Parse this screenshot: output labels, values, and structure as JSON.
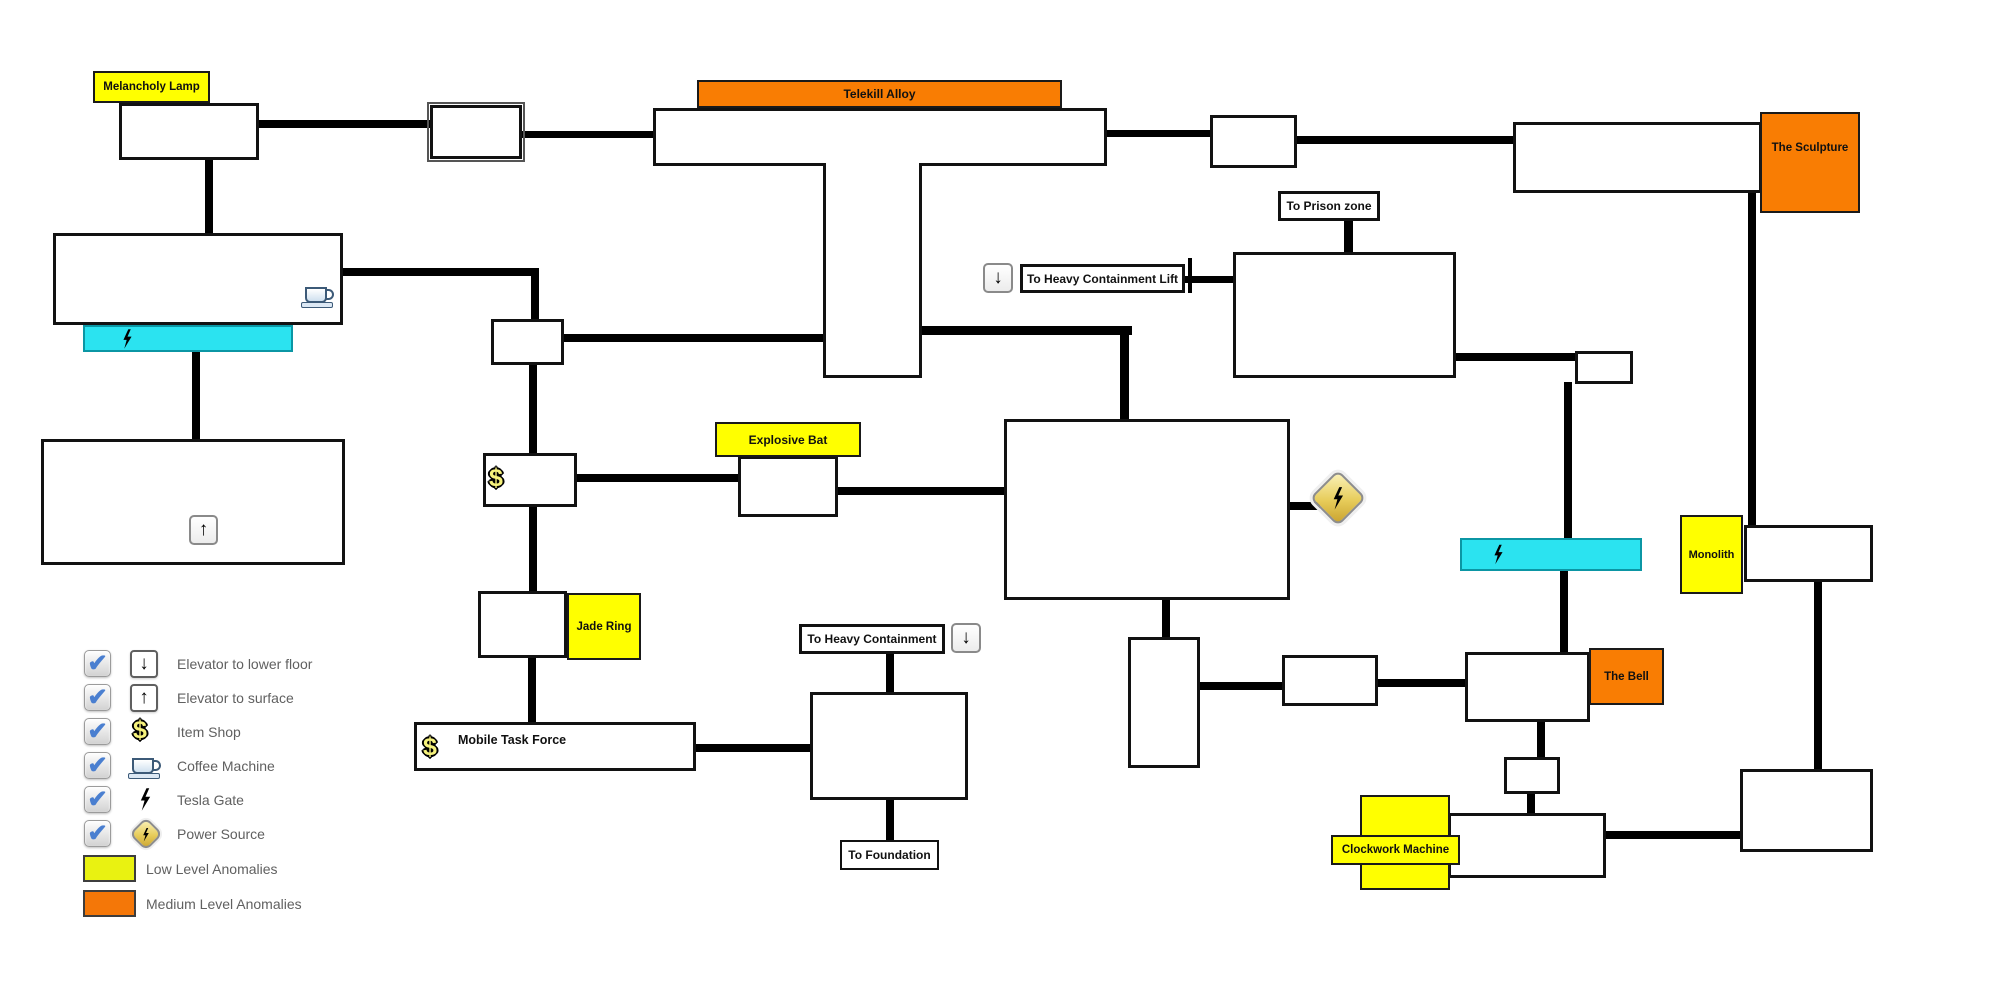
{
  "map_labels": {
    "melancholy_lamp": "Melancholy Lamp",
    "telekill_alloy": "Telekill Alloy",
    "the_sculpture": "The Sculpture",
    "to_prison_zone": "To Prison zone",
    "to_heavy_containment_lift": "To Heavy Containment Lift",
    "explosive_bat": "Explosive Bat",
    "jade_ring": "Jade Ring",
    "monolith": "Monolith",
    "to_heavy_containment": "To Heavy Containment",
    "the_bell": "The Bell",
    "mobile_task_force": "Mobile Task Force",
    "to_foundation": "To Foundation",
    "clockwork_machine": "Clockwork Machine"
  },
  "icons": {
    "arrow_down": "↓",
    "arrow_up": "↑",
    "dollar": "$",
    "check": "✔"
  },
  "legend": {
    "items": [
      {
        "icon": "elevator-down-icon",
        "label": "Elevator to lower floor",
        "checked": true
      },
      {
        "icon": "elevator-up-icon",
        "label": "Elevator to surface",
        "checked": true
      },
      {
        "icon": "item-shop-icon",
        "label": "Item Shop",
        "checked": true
      },
      {
        "icon": "coffee-machine-icon",
        "label": "Coffee Machine",
        "checked": true
      },
      {
        "icon": "tesla-gate-icon",
        "label": "Tesla Gate",
        "checked": true
      },
      {
        "icon": "power-source-icon",
        "label": "Power Source",
        "checked": true
      }
    ],
    "swatches": [
      {
        "label": "Low Level Anomalies",
        "color": "#e9f211"
      },
      {
        "label": "Medium Level Anomalies",
        "color": "#f47708"
      }
    ]
  },
  "colors": {
    "low_anomaly": "#ffff00",
    "medium_anomaly": "#f97d03",
    "tesla_gate": "#2be3f0",
    "checkbox_check": "#4a7fd0",
    "corridor": "#000000"
  }
}
